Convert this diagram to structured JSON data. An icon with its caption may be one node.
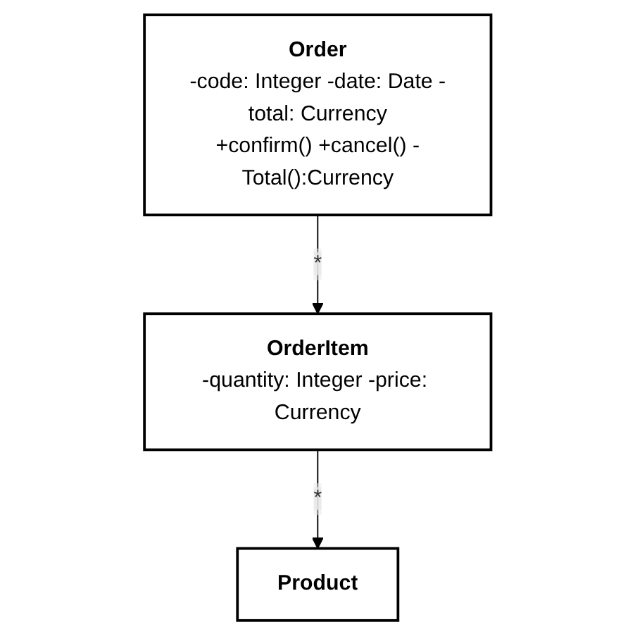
{
  "diagram": {
    "nodes": [
      {
        "text": [
          "Order",
          "-code: Integer -date: Date -total: Currency",
          "+confirm() +cancel() -Total():Currency"
        ]
      },
      {
        "text": [
          "OrderItem",
          "-quantity: Integer -price: Currency"
        ]
      },
      {
        "text": [
          "Product"
        ]
      }
    ],
    "edges": [
      {
        "from": 0,
        "to": 1,
        "arrow": "to",
        "label": "*"
      },
      {
        "from": 1,
        "to": 2,
        "arrow": "to",
        "label": "*"
      }
    ]
  }
}
